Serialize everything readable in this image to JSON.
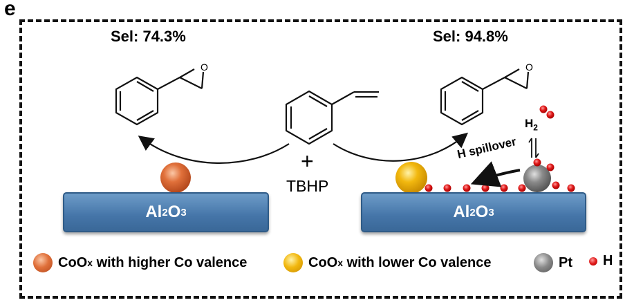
{
  "panel_label": "e",
  "left_panel": {
    "selectivity": "Sel: 74.3%",
    "support": "Al",
    "support_sub1": "2",
    "support_mid": "O",
    "support_sub2": "3"
  },
  "right_panel": {
    "selectivity": "Sel: 94.8%",
    "support": "Al",
    "support_sub1": "2",
    "support_mid": "O",
    "support_sub2": "3",
    "spillover_label": "H spillover",
    "h2_label": "H",
    "h2_sub": "2"
  },
  "center": {
    "plus": "+",
    "oxidant": "TBHP"
  },
  "epoxide_atom": "O",
  "legend": [
    {
      "label": "CoO",
      "sub": "x",
      "rest": " with higher Co valence",
      "color": "#e0703a"
    },
    {
      "label": "CoO",
      "sub": "x",
      "rest": " with lower Co valence",
      "color": "#f2b80f"
    },
    {
      "label": "Pt",
      "sub": "",
      "rest": "",
      "color": "#7f7f7f"
    },
    {
      "label": "H",
      "sub": "",
      "rest": "",
      "color": "#e01a1a"
    }
  ],
  "colors": {
    "support": "#4a7aac",
    "coox_high": "#e0703a",
    "coox_low": "#f2b80f",
    "pt": "#7f7f7f",
    "hydrogen": "#e01a1a"
  }
}
